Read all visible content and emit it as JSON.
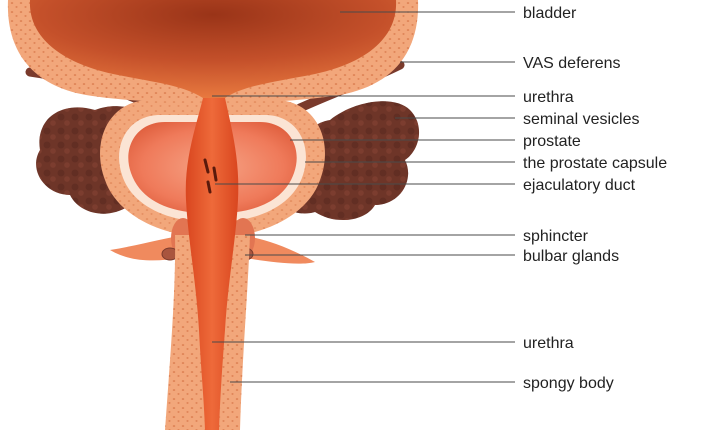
{
  "colors": {
    "background": "#ffffff",
    "bladder_dark": "#a83a1c",
    "bladder_light": "#e8793f",
    "wall": "#f2a77b",
    "prostate": "#f0765a",
    "seminal_vesicle": "#6e3528",
    "urethra": "#e0532a",
    "leader_line": "#4a4a4a",
    "text": "#222222"
  },
  "labels": [
    {
      "id": "bladder",
      "text": "bladder"
    },
    {
      "id": "vas-deferens",
      "text": "VAS deferens"
    },
    {
      "id": "urethra-upper",
      "text": "urethra"
    },
    {
      "id": "seminal-vesicles",
      "text": "seminal vesicles"
    },
    {
      "id": "prostate",
      "text": "prostate"
    },
    {
      "id": "prostate-capsule",
      "text": "the prostate capsule"
    },
    {
      "id": "ejaculatory-duct",
      "text": "ejaculatory duct"
    },
    {
      "id": "sphincter",
      "text": "sphincter"
    },
    {
      "id": "bulbar-glands",
      "text": "bulbar glands"
    },
    {
      "id": "urethra-lower",
      "text": "urethra"
    },
    {
      "id": "spongy-body",
      "text": "spongy body"
    }
  ]
}
